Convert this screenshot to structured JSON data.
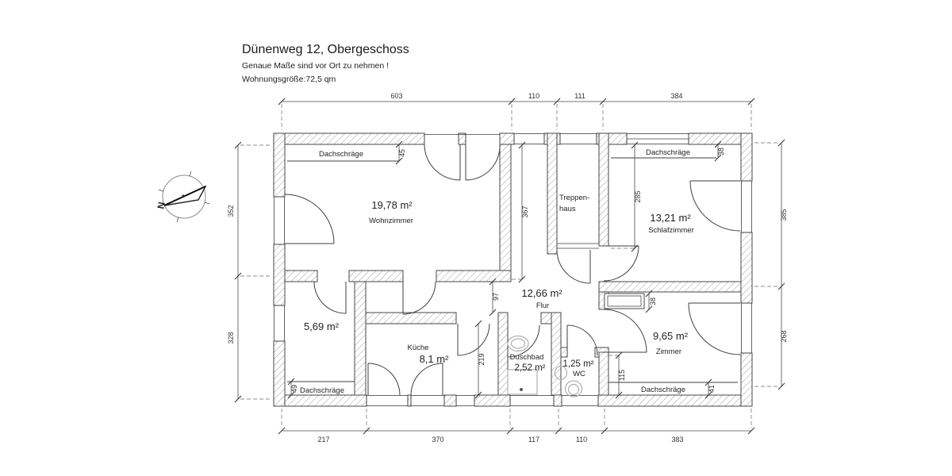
{
  "header": {
    "title": "Dünenweg 12, Obergeschoss",
    "note": "Genaue Maße sind vor Ort zu nehmen !",
    "size_line": "Wohnungsgröße:72,5 qm"
  },
  "compass": {
    "north_letter": "N"
  },
  "labels": {
    "dachschraege": "Dachschräge"
  },
  "rooms": {
    "wohnzimmer": {
      "area": "19,78 m²",
      "name": "Wohnzimmer"
    },
    "schlafzimmer": {
      "area": "13,21 m²",
      "name": "Schlafzimmer"
    },
    "treppenhaus": {
      "name1": "Treppen-",
      "name2": "haus"
    },
    "flur": {
      "area": "12,66 m²",
      "name": "Flur"
    },
    "kueche": {
      "area": "8,1 m²",
      "name": "Küche"
    },
    "duschbad": {
      "area": "2,52 m²",
      "name": "Duschbad"
    },
    "wc": {
      "area": "1,25 m²",
      "name": "WC"
    },
    "zimmer": {
      "area": "9,65 m²",
      "name": "Zimmer"
    },
    "kammer": {
      "area": "5,69 m²"
    }
  },
  "dimensions": {
    "top": [
      "603",
      "110",
      "111",
      "384"
    ],
    "bottom": [
      "217",
      "370",
      "117",
      "110",
      "383"
    ],
    "left": [
      "352",
      "328"
    ],
    "right": [
      "385",
      "268"
    ],
    "dach_top_left": "45",
    "dach_top_right": "38",
    "dach_bottom_left": "49",
    "dach_bottom_right": "41",
    "flur_height": "367",
    "corridor_width": "97",
    "kueche_height": "219",
    "schlafzimmer_height": "285",
    "zimmer_bottom": "115",
    "niche": "38"
  },
  "colors": {
    "line": "#3f3f3f",
    "hatch": "#9c9c9c",
    "dim_text": "#333333",
    "fixture": "#b0b0b0"
  }
}
